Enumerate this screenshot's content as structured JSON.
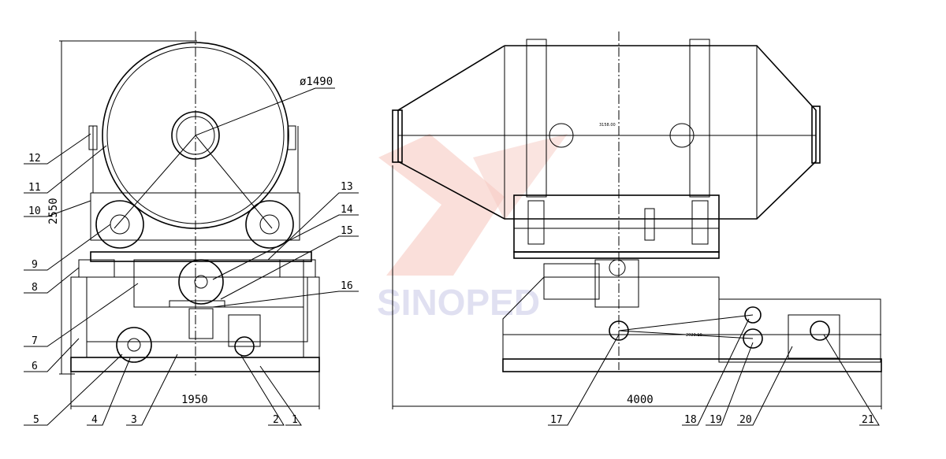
{
  "watermark": {
    "text": "SINOPED",
    "logo_color": "#f4b8b0",
    "text_color": "#d9d9ee"
  },
  "dimensions": {
    "height": "2550",
    "width_side": "1950",
    "diameter": "ø1490",
    "length": "4000",
    "inner_top": "3158.00",
    "inner_bottom": "2023.10"
  },
  "left_labels": {
    "l12": "12",
    "l11": "11",
    "l10": "10",
    "l9": "9",
    "l8": "8",
    "l7": "7",
    "l6": "6",
    "l5": "5",
    "l4": "4",
    "l3": "3",
    "l2": "2",
    "l1": "1",
    "l13": "13",
    "l14": "14",
    "l15": "15",
    "l16": "16"
  },
  "right_labels": {
    "l17": "17",
    "l18": "18",
    "l19": "19",
    "l20": "20",
    "l21": "21"
  }
}
